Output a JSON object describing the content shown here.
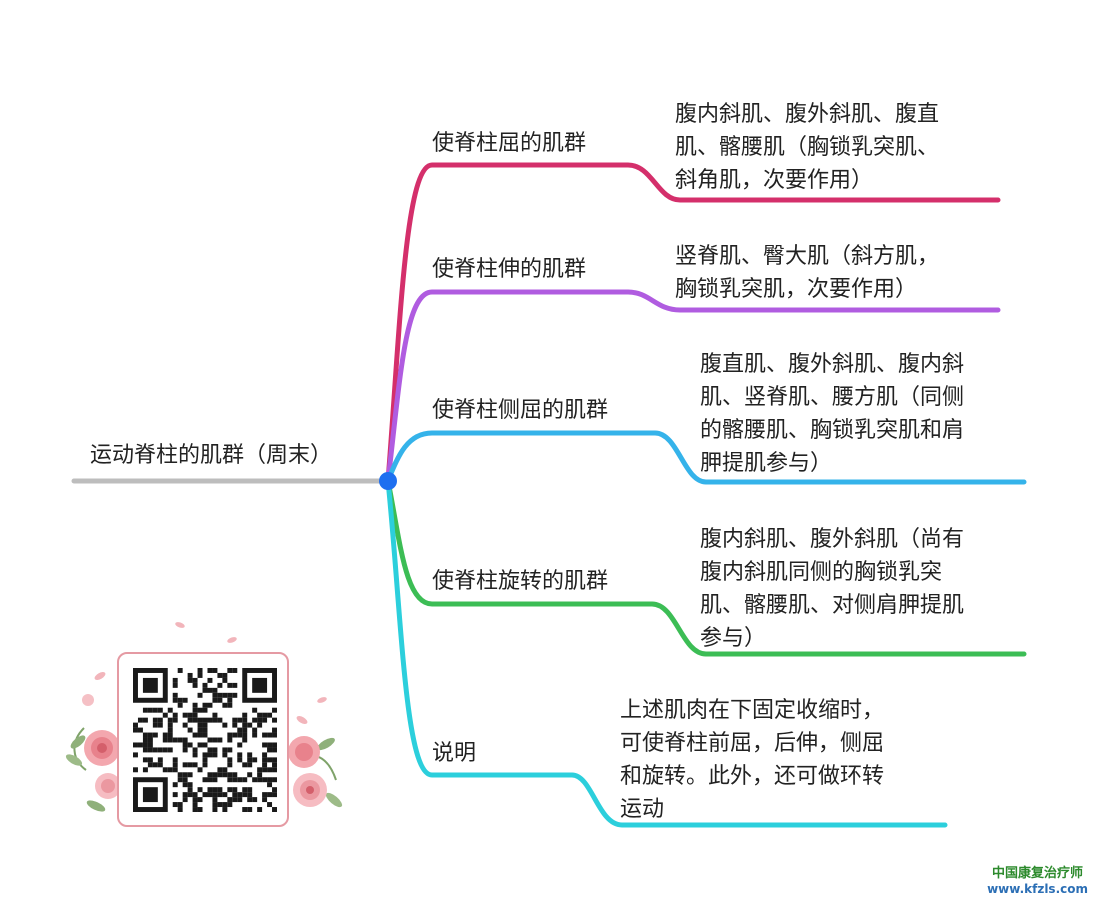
{
  "root": {
    "label": "运动脊柱的肌群（周末）"
  },
  "branches": [
    {
      "label": "使脊柱屈的肌群",
      "color": "#d42f6b",
      "detail": [
        "腹内斜肌、腹外斜肌、腹直",
        "肌、髂腰肌（胸锁乳突肌、",
        "斜角肌，次要作用）"
      ]
    },
    {
      "label": "使脊柱伸的肌群",
      "color": "#b05ce0",
      "detail": [
        "竖脊肌、臀大肌（斜方肌，",
        "胸锁乳突肌，次要作用）"
      ]
    },
    {
      "label": "使脊柱侧屈的肌群",
      "color": "#35b3ea",
      "detail": [
        "腹直肌、腹外斜肌、腹内斜",
        "肌、竖脊肌、腰方肌（同侧",
        "的髂腰肌、胸锁乳突肌和肩",
        "胛提肌参与）"
      ]
    },
    {
      "label": "使脊柱旋转的肌群",
      "color": "#3cbd55",
      "detail": [
        "腹内斜肌、腹外斜肌（尚有",
        "腹内斜肌同侧的胸锁乳突",
        "肌、髂腰肌、对侧肩胛提肌",
        "参与）"
      ]
    },
    {
      "label": "说明",
      "color": "#2ccfdc",
      "detail": [
        "上述肌肉在下固定收缩时，",
        "可使脊柱前屈，后伸，侧屈",
        "和旋转。此外，还可做环转",
        "运动"
      ]
    }
  ],
  "colors": {
    "root_line": "#bdbdbd",
    "center_node": "#1e6ff0",
    "card_border": "#e59aa3"
  },
  "watermark": {
    "line1": "中国康复治疗师",
    "line2": "www.kfzls.com"
  },
  "icons": {
    "qr": "qr-code-icon",
    "flowers": "flower-decoration-icon"
  }
}
